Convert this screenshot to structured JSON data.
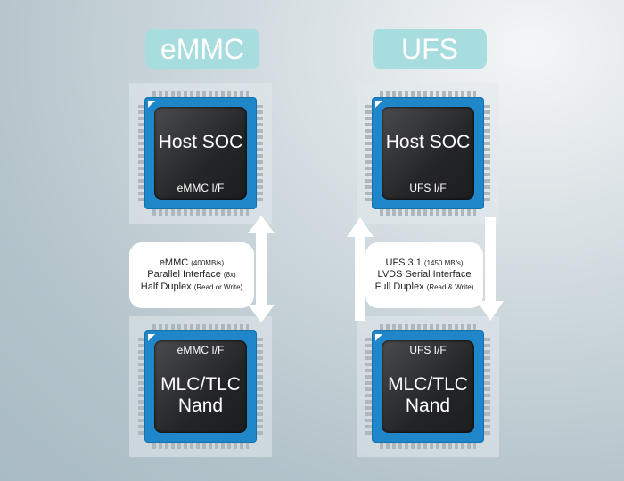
{
  "emmc": {
    "title": "eMMC",
    "host": {
      "label": "Host SOC",
      "interface": "eMMC I/F"
    },
    "nand": {
      "label_line1": "MLC/TLC",
      "label_line2": "Nand",
      "interface": "eMMC I/F"
    },
    "specs": [
      {
        "main": "eMMC",
        "note": "(400MB/s)"
      },
      {
        "main": "Parallel Interface",
        "note": "(8x)"
      },
      {
        "main": "Half Duplex",
        "note": "(Read or Write)"
      }
    ]
  },
  "ufs": {
    "title": "UFS",
    "host": {
      "label": "Host SOC",
      "interface": "UFS I/F"
    },
    "nand": {
      "label_line1": "MLC/TLC",
      "label_line2": "Nand",
      "interface": "UFS I/F"
    },
    "specs": [
      {
        "main": "UFS 3.1",
        "note": "(1450 MB/s)"
      },
      {
        "main": "LVDS Serial Interface",
        "note": ""
      },
      {
        "main": "Full Duplex",
        "note": "(Read & Write)"
      }
    ]
  },
  "colors": {
    "pill": "#a8dde0",
    "chip": "#1f86c9"
  }
}
